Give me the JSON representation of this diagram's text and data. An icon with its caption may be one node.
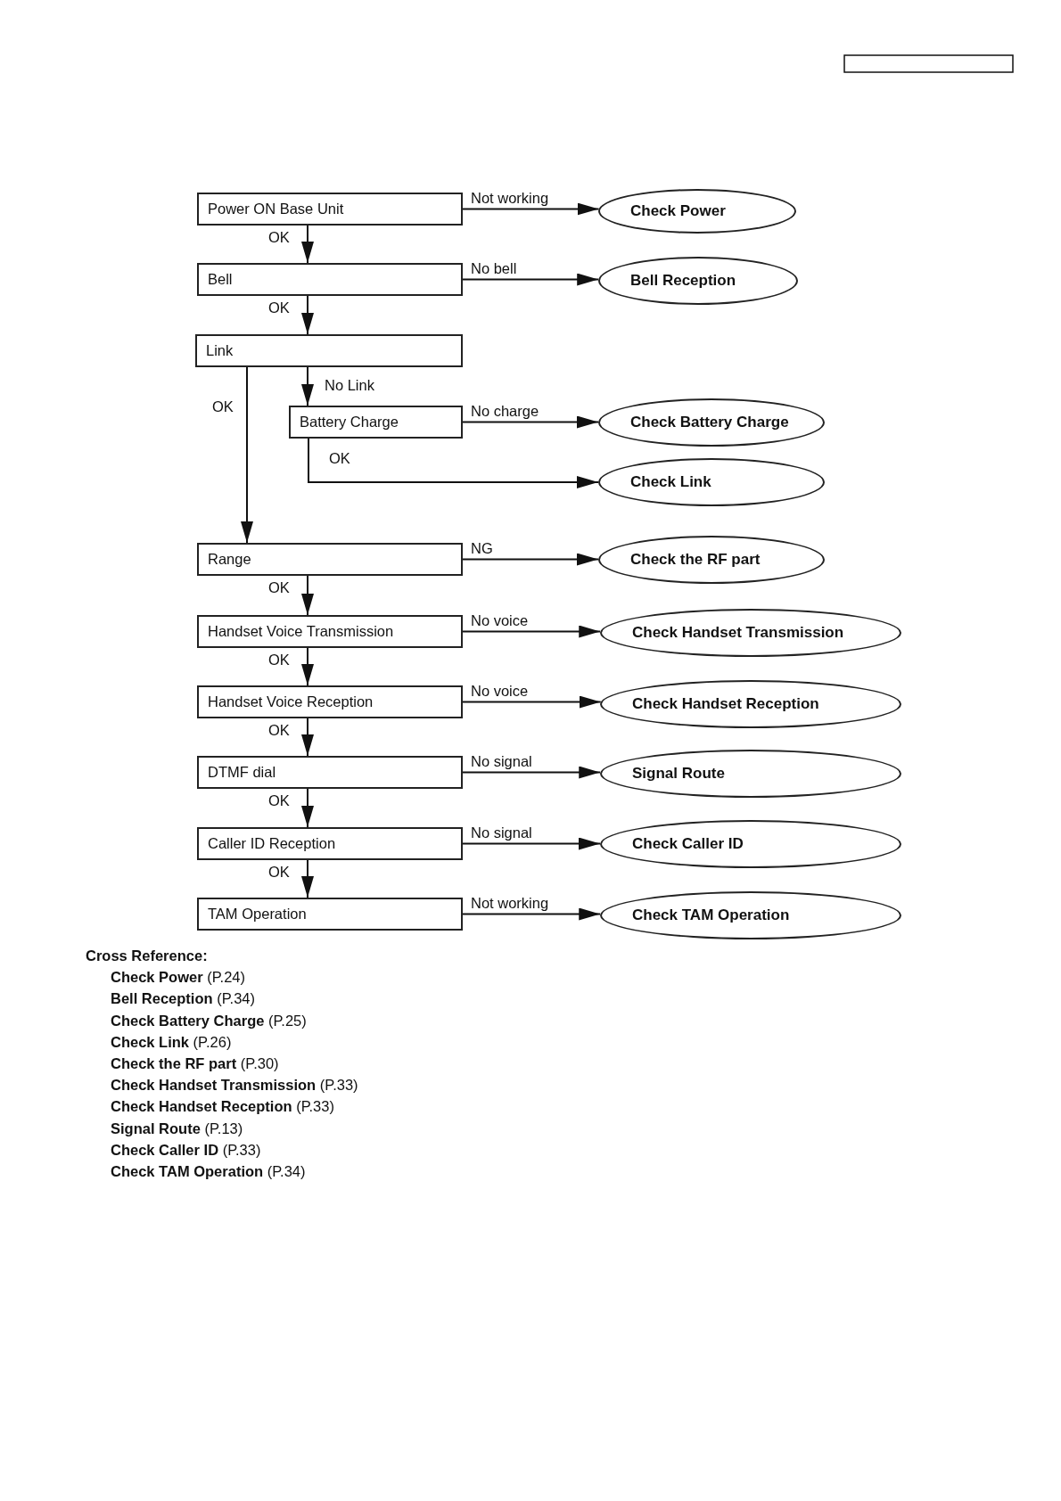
{
  "diagram": {
    "nodes": [
      {
        "text": [
          "Power ON Base Unit"
        ]
      },
      {
        "text": [
          "Check Power"
        ]
      },
      {
        "text": [
          "Bell"
        ]
      },
      {
        "text": [
          "Bell Reception"
        ]
      },
      {
        "text": [
          "Link"
        ]
      },
      {
        "text": [
          "Battery Charge"
        ]
      },
      {
        "text": [
          "Check Battery Charge"
        ]
      },
      {
        "text": [
          "Check Link"
        ]
      },
      {
        "text": [
          "Range"
        ]
      },
      {
        "text": [
          "Check the RF part"
        ]
      },
      {
        "text": [
          "Handset Voice Transmission"
        ]
      },
      {
        "text": [
          "Check Handset Transmission"
        ]
      },
      {
        "text": [
          "Handset Voice Reception"
        ]
      },
      {
        "text": [
          "Check Handset Reception"
        ]
      },
      {
        "text": [
          "DTMF dial"
        ]
      },
      {
        "text": [
          "Signal Route"
        ]
      },
      {
        "text": [
          "Caller ID Reception"
        ]
      },
      {
        "text": [
          "Check Caller ID"
        ]
      },
      {
        "text": [
          "TAM Operation"
        ]
      },
      {
        "text": [
          "Check TAM Operation"
        ]
      }
    ],
    "edges": [
      {
        "from": 0,
        "to": 1,
        "arrow": "to",
        "label": "Not working"
      },
      {
        "from": 0,
        "to": 2,
        "arrow": "to",
        "label": "OK"
      },
      {
        "from": 2,
        "to": 3,
        "arrow": "to",
        "label": "No bell"
      },
      {
        "from": 2,
        "to": 4,
        "arrow": "to",
        "label": "OK"
      },
      {
        "from": 4,
        "to": 5,
        "arrow": "to",
        "label": "No Link"
      },
      {
        "from": 5,
        "to": 6,
        "arrow": "to",
        "label": "No charge"
      },
      {
        "from": 5,
        "to": 7,
        "arrow": "to",
        "label": "OK"
      },
      {
        "from": 4,
        "to": 8,
        "arrow": "to",
        "label": "OK"
      },
      {
        "from": 8,
        "to": 9,
        "arrow": "to",
        "label": "NG"
      },
      {
        "from": 8,
        "to": 10,
        "arrow": "to",
        "label": "OK"
      },
      {
        "from": 10,
        "to": 11,
        "arrow": "to",
        "label": "No voice"
      },
      {
        "from": 10,
        "to": 12,
        "arrow": "to",
        "label": "OK"
      },
      {
        "from": 12,
        "to": 13,
        "arrow": "to",
        "label": "No voice"
      },
      {
        "from": 12,
        "to": 14,
        "arrow": "to",
        "label": "OK"
      },
      {
        "from": 14,
        "to": 15,
        "arrow": "to",
        "label": "No signal"
      },
      {
        "from": 14,
        "to": 16,
        "arrow": "to",
        "label": "OK"
      },
      {
        "from": 16,
        "to": 17,
        "arrow": "to",
        "label": "No signal"
      },
      {
        "from": 16,
        "to": 18,
        "arrow": "to",
        "label": "OK"
      },
      {
        "from": 18,
        "to": 19,
        "arrow": "to",
        "label": "Not working"
      }
    ],
    "labels": [
      "Cross Reference:",
      "**Check Power** (P.24)",
      "**Bell Reception** (P.34)",
      "**Check Battery Charge** (P.25)",
      "**Check Link** (P.26)",
      "**Check the RF part** (P.30)",
      "**Check Handset Transmission** (P.33)",
      "**Check Handset Reception** (P.33)",
      "**Signal Route** (P.13)",
      "**Check Caller ID** (P.33)",
      "**Check TAM Operation** (P.34)"
    ]
  }
}
